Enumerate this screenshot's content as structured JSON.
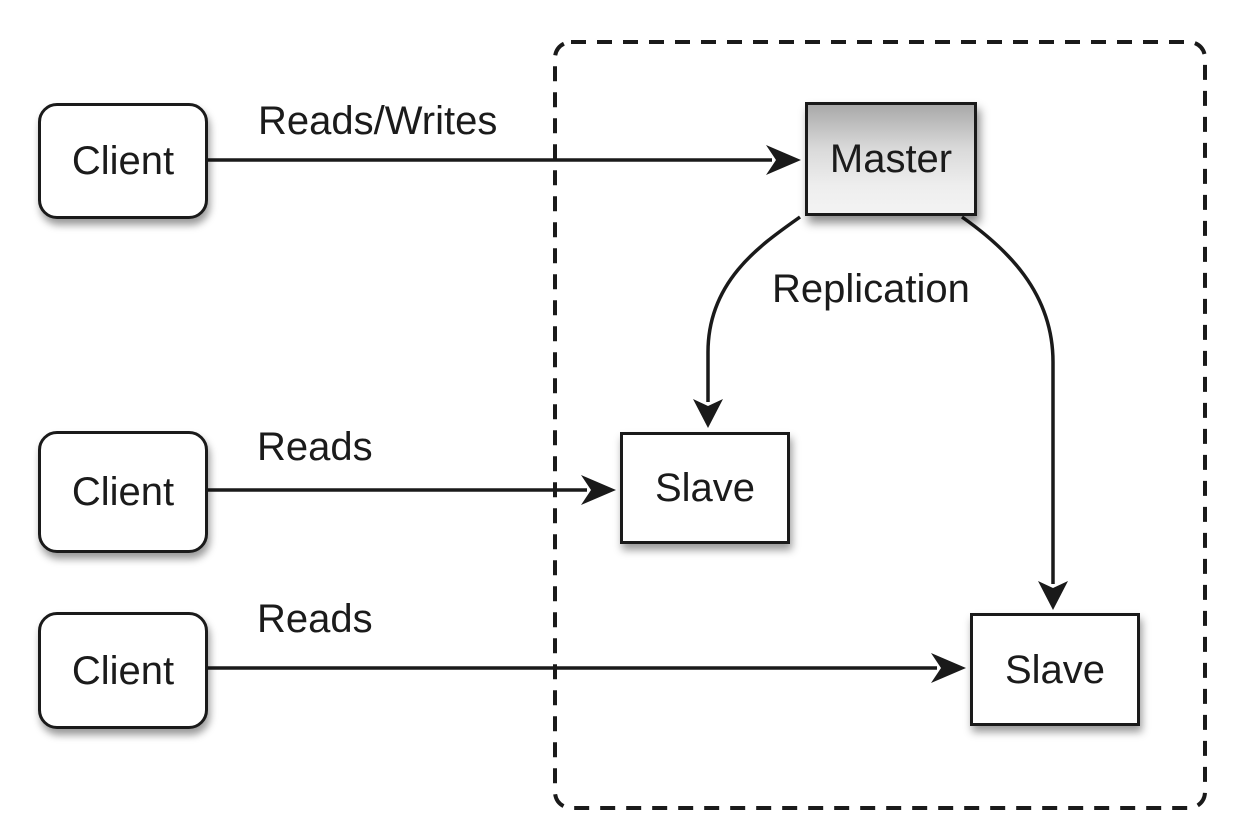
{
  "diagram": {
    "kind": "database-replication-architecture",
    "nodes": {
      "client_top": {
        "label": "Client",
        "shape": "rounded-rect",
        "fill": "#ffffff"
      },
      "client_middle": {
        "label": "Client",
        "shape": "rounded-rect",
        "fill": "#ffffff"
      },
      "client_bottom": {
        "label": "Client",
        "shape": "rounded-rect",
        "fill": "#ffffff"
      },
      "master": {
        "label": "Master",
        "shape": "rect",
        "fill_top": "#a9a9a9",
        "fill_bottom": "#f3f3f3"
      },
      "slave_middle": {
        "label": "Slave",
        "shape": "rect",
        "fill": "#ffffff"
      },
      "slave_bottom": {
        "label": "Slave",
        "shape": "rect",
        "fill": "#ffffff"
      }
    },
    "edges": [
      {
        "from": "client_top",
        "to": "master",
        "label": "Reads/Writes",
        "style": "straight-arrow"
      },
      {
        "from": "client_middle",
        "to": "slave_middle",
        "label": "Reads",
        "style": "straight-arrow"
      },
      {
        "from": "client_bottom",
        "to": "slave_bottom",
        "label": "Reads",
        "style": "straight-arrow"
      },
      {
        "from": "master",
        "to": "slave_middle",
        "label": "Replication",
        "style": "curved-arrow"
      },
      {
        "from": "master",
        "to": "slave_bottom",
        "label": "",
        "style": "curved-arrow"
      }
    ],
    "group": {
      "name": "replication-cluster-boundary",
      "border_style": "dashed"
    },
    "colors": {
      "background": "#ffffff",
      "stroke": "#1a1a1a",
      "text": "#1b1b1b"
    }
  }
}
